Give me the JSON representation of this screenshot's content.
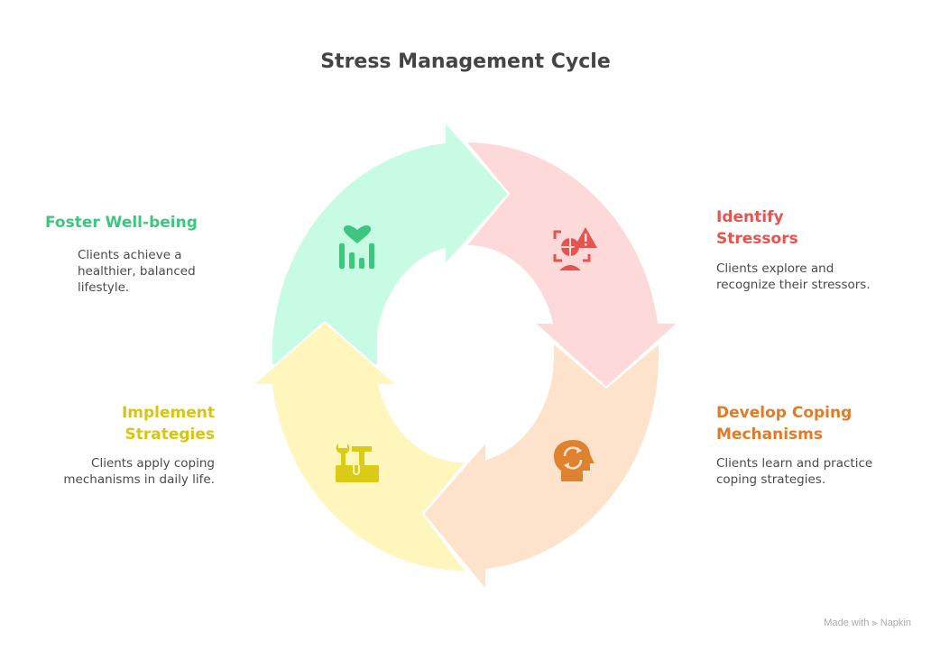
{
  "title": "Stress Management Cycle",
  "colors": {
    "green_fill": "#c8fbe3",
    "green": "#3ec67f",
    "red_fill": "#fdd9d9",
    "red": "#e5544f",
    "orange_fill": "#fee3cc",
    "orange": "#df8230",
    "yellow_fill": "#fef6bd",
    "yellow": "#dccb16"
  },
  "steps": [
    {
      "title_lines": [
        "Identify",
        "Stressors"
      ],
      "desc_lines": [
        "Clients explore and",
        "recognize their stressors."
      ],
      "icon": "stress-analysis-warning-icon"
    },
    {
      "title_lines": [
        "Develop Coping",
        "Mechanisms"
      ],
      "desc_lines": [
        "Clients learn and practice",
        "coping strategies."
      ],
      "icon": "head-cycle-icon"
    },
    {
      "title_lines": [
        "Implement",
        "Strategies"
      ],
      "desc_lines": [
        "Clients apply coping",
        "mechanisms in daily life."
      ],
      "icon": "toolbox-icon"
    },
    {
      "title_lines": [
        "Foster Well-being"
      ],
      "desc_lines": [
        "Clients achieve a",
        "healthier, balanced",
        "lifestyle."
      ],
      "icon": "heart-chart-icon"
    }
  ],
  "footer": {
    "made_with": "Made with",
    "brand": "Napkin"
  }
}
